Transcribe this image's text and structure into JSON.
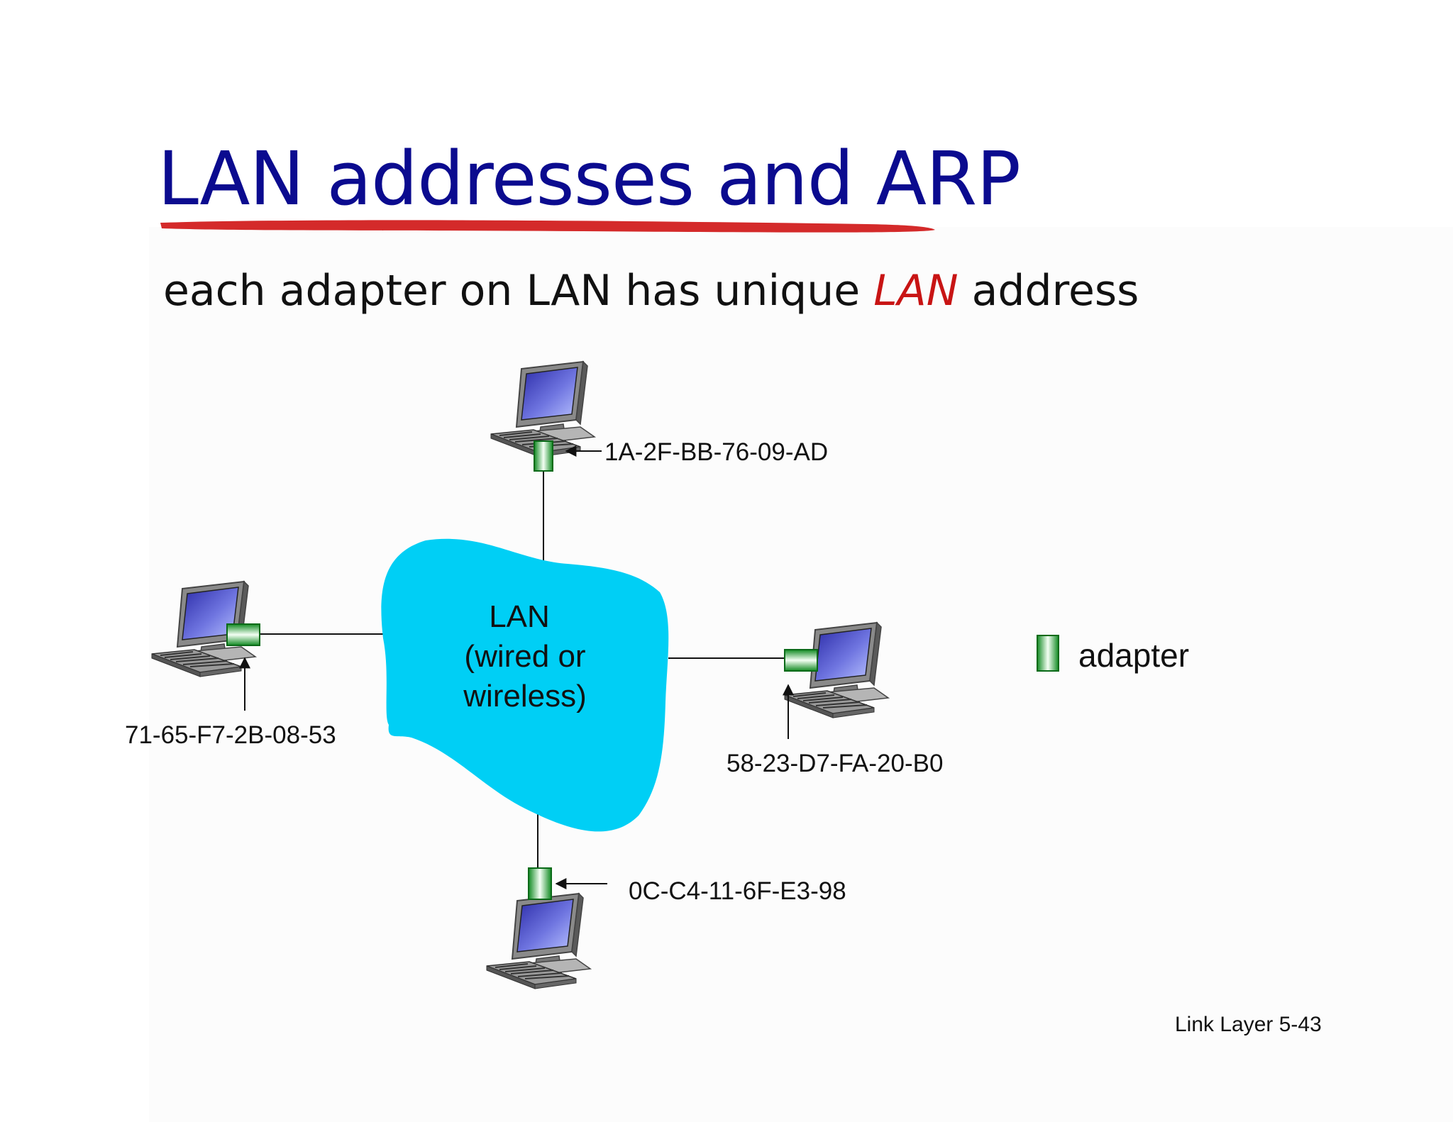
{
  "slide": {
    "title": "LAN addresses and ARP",
    "subtitle_before": "each adapter on LAN has unique ",
    "subtitle_emph": "LAN",
    "subtitle_after": " address",
    "footer": "Link Layer  5-43"
  },
  "diagram": {
    "network": {
      "line1": "LAN",
      "line2": "(wired or",
      "line3": "wireless)"
    },
    "hosts": [
      {
        "id": "top",
        "mac": "1A-2F-BB-76-09-AD"
      },
      {
        "id": "left",
        "mac": "71-65-F7-2B-08-53"
      },
      {
        "id": "right",
        "mac": "58-23-D7-FA-20-B0"
      },
      {
        "id": "bottom",
        "mac": "0C-C4-11-6F-E3-98"
      }
    ],
    "legend": {
      "label": "adapter",
      "icon": "adapter-icon"
    }
  },
  "colors": {
    "title": "#0b0b8f",
    "underline": "#d42a2a",
    "emphasis": "#c81414",
    "lan_cloud": "#00cff5",
    "adapter_green": "#1a9a2a"
  }
}
